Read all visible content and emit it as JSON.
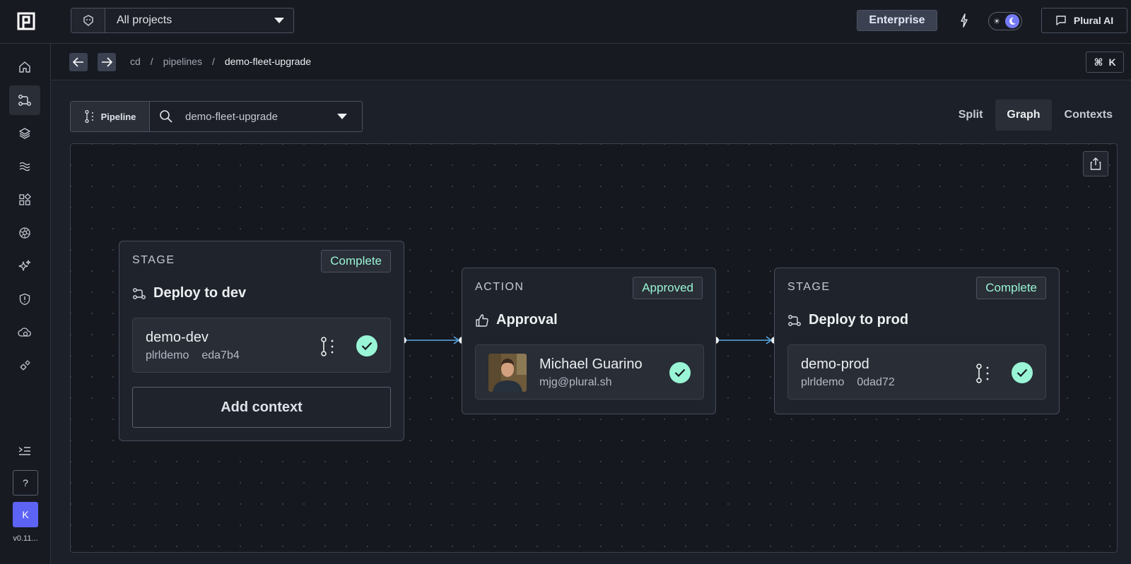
{
  "header": {
    "project_label": "All projects",
    "enterprise_label": "Enterprise",
    "plural_ai_label": "Plural AI"
  },
  "sidebar": {
    "items": [
      "home-icon",
      "pipelines-icon",
      "layers-icon",
      "waves-icon",
      "apps-icon",
      "kubernetes-icon",
      "sparkles-icon",
      "shield-icon",
      "cloud-icon",
      "settings-icon"
    ],
    "help_label": "?",
    "avatar_initial": "K",
    "version": "v0.11..."
  },
  "breadcrumb": {
    "items": [
      "cd",
      "pipelines",
      "demo-fleet-upgrade"
    ],
    "shortcut_key": "K"
  },
  "pipeline_select": {
    "tag_label": "Pipeline",
    "value": "demo-fleet-upgrade"
  },
  "tabs": [
    {
      "label": "Split",
      "active": false
    },
    {
      "label": "Graph",
      "active": true
    },
    {
      "label": "Contexts",
      "active": false
    }
  ],
  "graph": {
    "nodes": [
      {
        "kind": "STAGE",
        "status": "Complete",
        "title": "Deploy to dev",
        "service": {
          "name": "demo-dev",
          "cluster": "plrldemo",
          "sha": "eda7b4"
        },
        "add_context_label": "Add context"
      },
      {
        "kind": "ACTION",
        "status": "Approved",
        "title": "Approval",
        "approver": {
          "name": "Michael Guarino",
          "email": "mjg@plural.sh"
        }
      },
      {
        "kind": "STAGE",
        "status": "Complete",
        "title": "Deploy to prod",
        "service": {
          "name": "demo-prod",
          "cluster": "plrldemo",
          "sha": "0dad72"
        }
      }
    ]
  },
  "colors": {
    "accent": "#747af6",
    "success": "#99f5d5",
    "edge": "#5aa9e6"
  }
}
